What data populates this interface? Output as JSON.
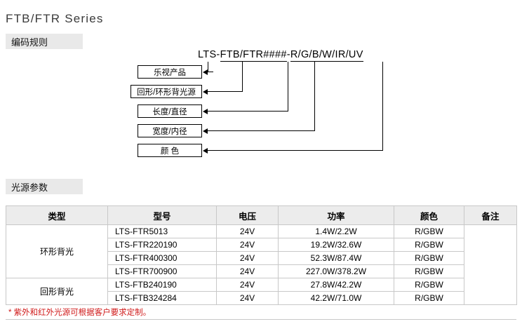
{
  "page": {
    "title": "FTB/FTR Series"
  },
  "sections": {
    "coding_rule": "编码规则",
    "light_params": "光源参数"
  },
  "coding": {
    "code_parts": [
      {
        "text": "LTS",
        "underline": false
      },
      {
        "text": " - ",
        "underline": false
      },
      {
        "text": "FTB/FTR",
        "underline": true
      },
      {
        "text": " ",
        "underline": false
      },
      {
        "text": "##",
        "underline": true
      },
      {
        "text": " ",
        "underline": false
      },
      {
        "text": "##",
        "underline": true
      },
      {
        "text": " - ",
        "underline": false
      },
      {
        "text": "R/G/B/W/IR/UV",
        "underline": true
      }
    ],
    "labels": [
      "乐视产品",
      "回形/环形背光源",
      "长度/直径",
      "宽度/内径",
      "颜  色"
    ]
  },
  "table": {
    "headers": [
      "类型",
      "型号",
      "电压",
      "功率",
      "颜色",
      "备注"
    ],
    "rows": [
      {
        "group": "环形背光",
        "group_span": 4,
        "model": "LTS-FTR5013",
        "voltage": "24V",
        "power": "1.4W/2.2W",
        "color": "R/GBW",
        "remark": ""
      },
      {
        "group": "",
        "group_span": 0,
        "model": "LTS-FTR220190",
        "voltage": "24V",
        "power": "19.2W/32.6W",
        "color": "R/GBW",
        "remark": ""
      },
      {
        "group": "",
        "group_span": 0,
        "model": "LTS-FTR400300",
        "voltage": "24V",
        "power": "52.3W/87.4W",
        "color": "R/GBW",
        "remark": ""
      },
      {
        "group": "",
        "group_span": 0,
        "model": "LTS-FTR700900",
        "voltage": "24V",
        "power": "227.0W/378.2W",
        "color": "R/GBW",
        "remark": ""
      },
      {
        "group": "回形背光",
        "group_span": 2,
        "model": "LTS-FTB240190",
        "voltage": "24V",
        "power": "27.8W/42.2W",
        "color": "R/GBW",
        "remark": ""
      },
      {
        "group": "",
        "group_span": 0,
        "model": "LTS-FTB324284",
        "voltage": "24V",
        "power": "42.2W/71.0W",
        "color": "R/GBW",
        "remark": ""
      }
    ]
  },
  "footnote": "* 紫外和红外光源可根据客户要求定制。",
  "colors": {
    "section_bg": "#e9e9e9",
    "table_header_bg": "#ececec",
    "border": "#c8c8c8",
    "footnote": "#d01a1a"
  }
}
